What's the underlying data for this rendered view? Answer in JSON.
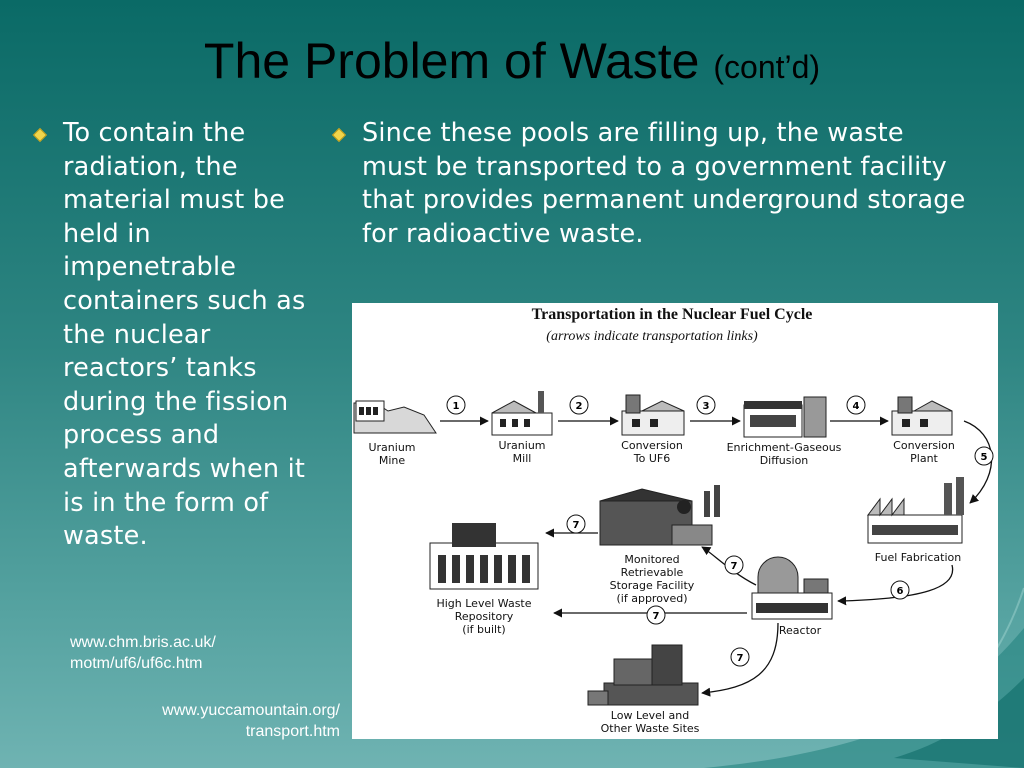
{
  "slide": {
    "title_main": "The Problem of Waste",
    "title_suffix": "(cont’d)",
    "bullet_left": "To contain the radiation, the material must be held in impenetrable containers such as the nuclear reactors’ tanks during the fission process and afterwards when it is in the form of waste.",
    "bullet_right": "Since these pools are filling up, the waste must be transported to a government facility that provides permanent underground storage for radioactive waste.",
    "citation_1_line1": "www.chm.bris.ac.uk/",
    "citation_1_line2": "motm/uf6/uf6c.htm",
    "citation_2_line1": "www.yuccamountain.org/",
    "citation_2_line2": "transport.htm"
  },
  "diagram": {
    "title": "Transportation in the Nuclear Fuel Cycle",
    "subtitle": "(arrows indicate transportation links)",
    "nodes": {
      "uranium_mine": [
        "Uranium",
        "Mine"
      ],
      "uranium_mill": [
        "Uranium",
        "Mill"
      ],
      "conversion_uf6": [
        "Conversion",
        "To UF6"
      ],
      "enrichment": [
        "Enrichment-Gaseous",
        "Diffusion"
      ],
      "conversion_plant": [
        "Conversion",
        "Plant"
      ],
      "fuel_fabrication": [
        "Fuel Fabrication"
      ],
      "reactor": [
        "Reactor"
      ],
      "mrs": [
        "Monitored",
        "Retrievable",
        "Storage Facility",
        "(if approved)"
      ],
      "hlw": [
        "High Level Waste",
        "Repository",
        "(if built)"
      ],
      "llw": [
        "Low Level and",
        "Other Waste Sites"
      ]
    },
    "link_numbers": [
      "1",
      "2",
      "3",
      "4",
      "5",
      "6",
      "7",
      "7",
      "7",
      "7"
    ]
  },
  "colors": {
    "bullet_marker": "#f1d54b",
    "background_top": "#0a6a66",
    "background_bottom": "#6fb3b2"
  }
}
